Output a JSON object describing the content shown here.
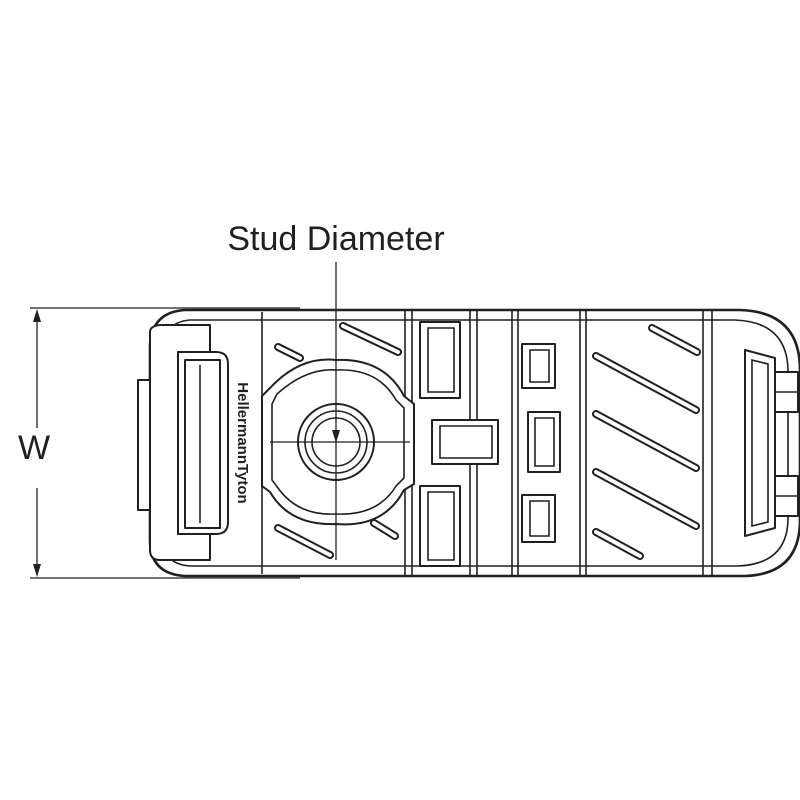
{
  "labels": {
    "stud_diameter": "Stud Diameter",
    "width": "W",
    "brand": "HellermannTyton"
  },
  "colors": {
    "ink": "#231f20",
    "background": "#ffffff"
  }
}
